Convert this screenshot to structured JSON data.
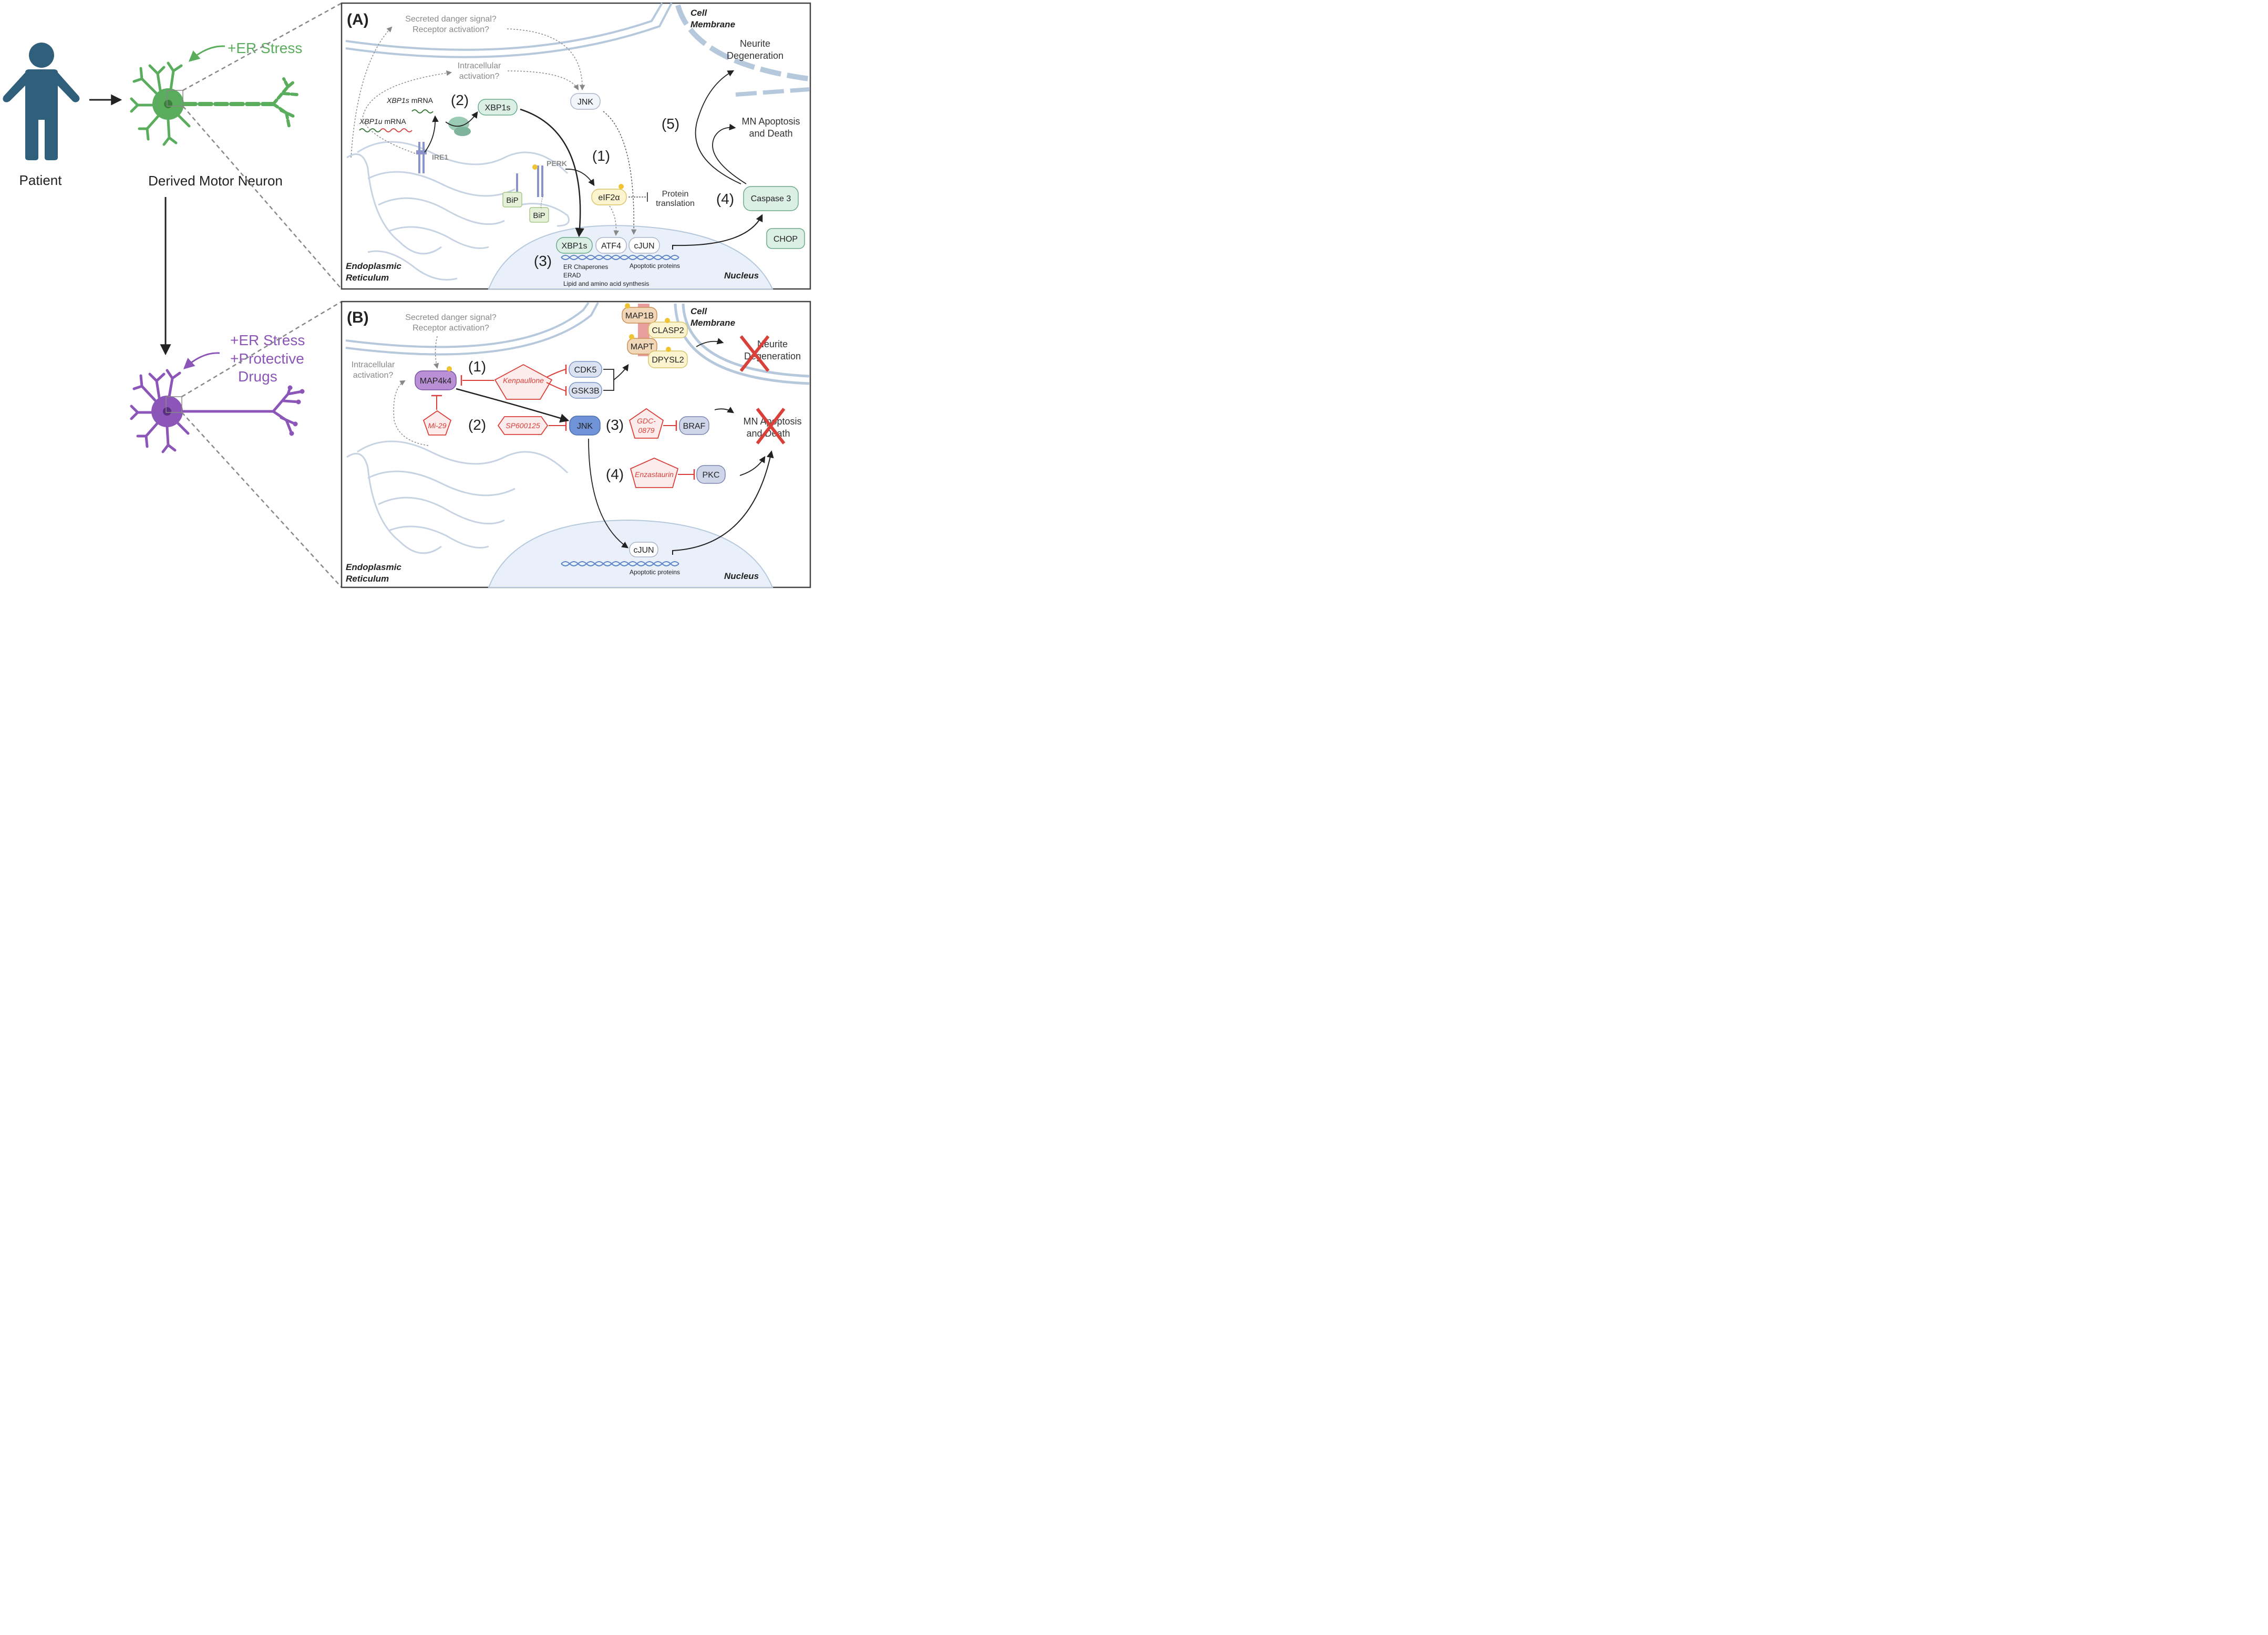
{
  "left": {
    "patient_label": "Patient",
    "neuron_label": "Derived Motor Neuron",
    "er_stress_top": "+ER Stress",
    "er_stress_bottom": "+ER Stress",
    "protective": "+Protective",
    "drugs": "Drugs",
    "colors": {
      "patient": "#2f5f7a",
      "green": "#5aad5c",
      "purple": "#8c55b8"
    }
  },
  "panel_a": {
    "tag": "(A)",
    "cell_membrane_1": "Cell",
    "cell_membrane_2": "Membrane",
    "secreted_1": "Secreted danger signal?",
    "secreted_2": "Receptor activation?",
    "intracellular_1": "Intracellular",
    "intracellular_2": "activation?",
    "neurite_1": "Neurite",
    "neurite_2": "Degeneration",
    "mn_1": "MN Apoptosis",
    "mn_2": "and Death",
    "xbp1s_mrna_gene": "XBP1s",
    "xbp1s_mrna_suffix": " mRNA",
    "xbp1u_mrna_gene": "XBP1u",
    "xbp1u_mrna_suffix": " mRNA",
    "step1": "(1)",
    "step2": "(2)",
    "step3": "(3)",
    "step4": "(4)",
    "step5": "(5)",
    "xbp1s": "XBP1s",
    "jnk": "JNK",
    "ire1": "IRE1",
    "perk": "PERK",
    "eif2a": "eIF2α",
    "protein_1": "Protein",
    "protein_2": "translation",
    "caspase": "Caspase 3",
    "chop": "CHOP",
    "bip_1": "BiP",
    "bip_2": "BiP",
    "xbp1s_nuc": "XBP1s",
    "atf4": "ATF4",
    "cjun": "cJUN",
    "er_chap": "ER Chaperones",
    "erad": "ERAD",
    "lipid": "Lipid and amino acid synthesis",
    "apoptotic": "Apoptotic proteins",
    "er_1": "Endoplasmic",
    "er_2": "Reticulum",
    "nucleus": "Nucleus"
  },
  "panel_b": {
    "tag": "(B)",
    "secreted_1": "Secreted danger signal?",
    "secreted_2": "Receptor activation?",
    "intracellular_1": "Intracellular",
    "intracellular_2": "activation?",
    "cell_membrane_1": "Cell",
    "cell_membrane_2": "Membrane",
    "map1b": "MAP1B",
    "clasp2": "CLASP2",
    "mapt": "MAPT",
    "dpysl2": "DPYSL2",
    "neurite_1": "Neurite",
    "neurite_2": "Degeneration",
    "map4k4": "MAP4k4",
    "kenpaullone": "Kenpaullone",
    "cdk5": "CDK5",
    "gsk3b": "GSK3B",
    "mi29": "Mi-29",
    "sp600125": "SP600125",
    "jnk": "JNK",
    "gdc_1": "GDC-",
    "gdc_2": "0879",
    "braf": "BRAF",
    "mn_1": "MN Apoptosis",
    "mn_2": "and Death",
    "enzastaurin": "Enzastaurin",
    "pkc": "PKC",
    "cjun": "cJUN",
    "apoptotic": "Apoptotic proteins",
    "er_1": "Endoplasmic",
    "er_2": "Reticulum",
    "nucleus": "Nucleus",
    "step1": "(1)",
    "step2": "(2)",
    "step3": "(3)",
    "step4": "(4)"
  },
  "colors": {
    "drug_red": "#d9403a",
    "box_green": "#dcefe6",
    "box_yellow": "#fbf4cf",
    "box_blue": "#dbe3f3",
    "jnk_blue": "#6f93d6",
    "map4k4_purple": "#b98fd6",
    "nucleus_fill": "#eaf0fa",
    "membrane": "#b5c8dc"
  }
}
